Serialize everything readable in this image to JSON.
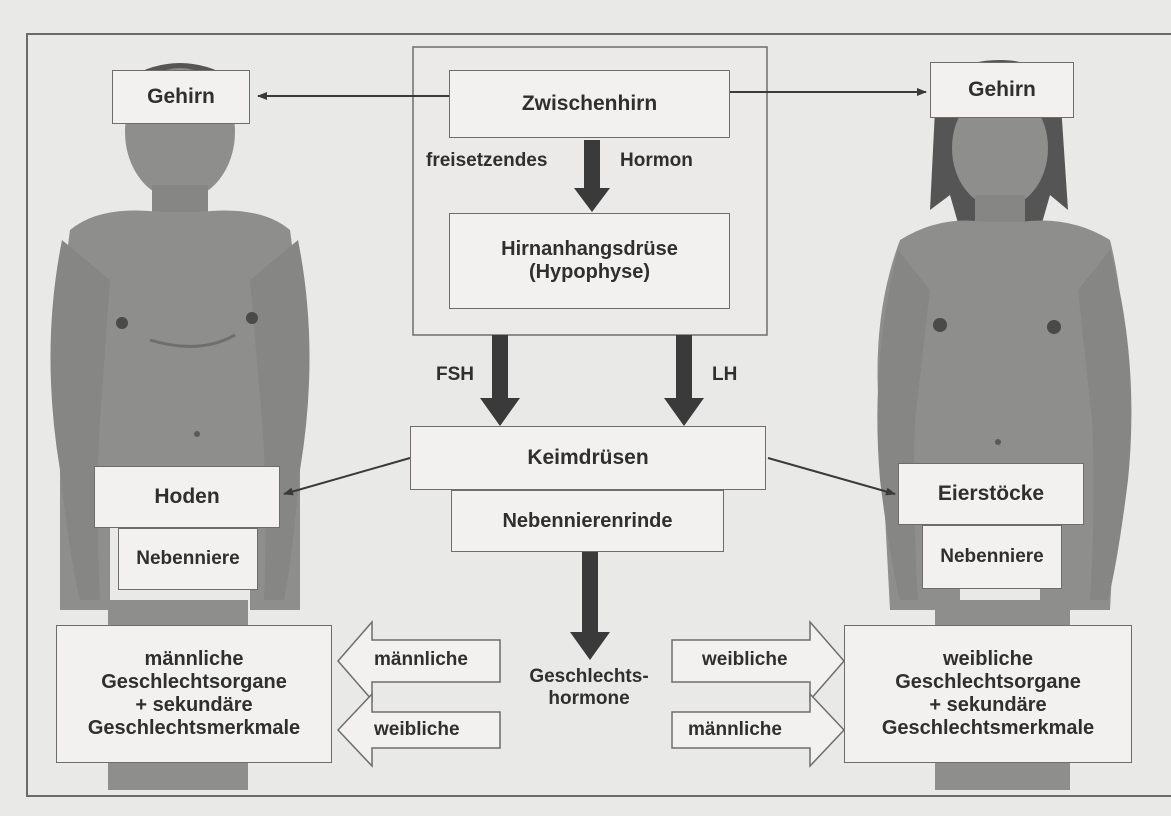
{
  "nodes": {
    "gehirn_left": "Gehirn",
    "gehirn_right": "Gehirn",
    "zwischenhirn": "Zwischenhirn",
    "release_left": "freisetzendes",
    "release_right": "Hormon",
    "hypophyse_line1": "Hirnanhangsdrüse",
    "hypophyse_line2": "(Hypophyse)",
    "fsh": "FSH",
    "lh": "LH",
    "keimdruesen": "Keimdrüsen",
    "nebennierenrinde": "Nebennierenrinde",
    "hoden": "Hoden",
    "nebenniere_left": "Nebenniere",
    "eierstoecke": "Eierstöcke",
    "nebenniere_right": "Nebenniere",
    "geschlechtshormone_line1": "Geschlechts-",
    "geschlechtshormone_line2": "hormone"
  },
  "left_outcome": {
    "line1": "männliche",
    "line2": "Geschlechtsorgane",
    "line3": "+ sekundäre",
    "line4": "Geschlechtsmerkmale",
    "arrow_top": "männliche",
    "arrow_bottom": "weibliche"
  },
  "right_outcome": {
    "line1": "weibliche",
    "line2": "Geschlechtsorgane",
    "line3": "+ sekundäre",
    "line4": "Geschlechtsmerkmale",
    "arrow_top": "weibliche",
    "arrow_bottom": "männliche"
  },
  "colors": {
    "skin": "#8e8e8c",
    "skin_dark": "#6e6e6c",
    "hair": "#555555",
    "box_fill": "#f2f1ef",
    "arrow": "#3a3a3a",
    "background": "#e9e9e7"
  }
}
